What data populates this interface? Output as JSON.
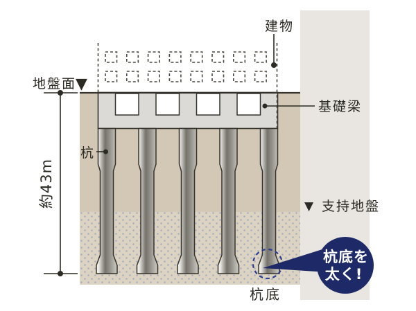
{
  "diagram": {
    "labels": {
      "building": "建物",
      "ground_surface": "地盤面",
      "ground_marker": "▼",
      "foundation_beam": "基礎梁",
      "pile": "杭",
      "depth": "約43m",
      "support_marker": "▼",
      "support_ground": "支持地盤",
      "pile_bottom": "杭底",
      "callout_line1": "杭底を",
      "callout_line2": "太く!"
    },
    "colors": {
      "background": "#ffffff",
      "right_band": "#e9e6e1",
      "soil": "#d3c7b5",
      "support_soil": "#ddd3c3",
      "support_dots": "#a8b0bf",
      "beam_fill": "#dbdad7",
      "outline": "#35332b",
      "text": "#2b2a23",
      "callout_navy": "#1e2a68",
      "highlight_blue": "#2b3d8f"
    }
  }
}
